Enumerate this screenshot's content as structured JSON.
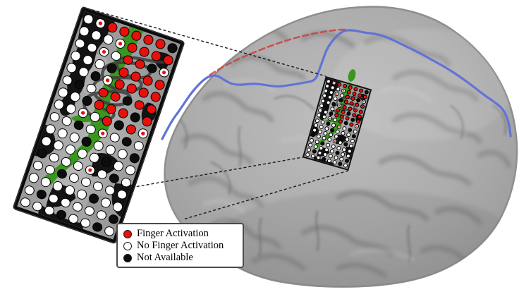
{
  "legend": {
    "items": [
      {
        "label": "Finger Activation",
        "marker": "finger-activation-marker",
        "color": "#e8100d"
      },
      {
        "label": "No Finger Activation",
        "marker": "no-finger-activation-marker",
        "color": "#ffffff"
      },
      {
        "label": "Not Available",
        "marker": "not-available-marker",
        "color": "#0d0d0d"
      }
    ]
  },
  "electrode_grid": {
    "cols": 8,
    "rows": 16,
    "cell_types": {
      "R": "finger-activation",
      "W": "no-finger-activation",
      "B": "not-available",
      "D": "finger-activation-small"
    },
    "pattern": [
      "WDRRRRRB",
      "WWWDRRRR",
      "WWDWRRBD",
      "WWWBRRRR",
      "WWBDRRRR",
      "WBWRRBRR",
      "WWBRRRBR",
      "WWDWRBRD",
      "WWBWDWBW",
      "WWWBWWWB",
      "WWWWWBWW",
      "BWWWDWBW",
      "WWBWWWWW",
      "WWWWWBWW",
      "WBWWWWWB",
      "WWWBWWBW"
    ]
  },
  "colors": {
    "activation_red": "#e8100d",
    "electrode_white": "#ffffff",
    "electrode_black": "#0d0d0d",
    "central_sulcus_green": "#3a961f",
    "sulcus_trace_blue": "#6273d6",
    "boundary_dashed_red": "#cc4040",
    "connector_dashed_black": "#1a1a1a",
    "brain_gray": "#ababab",
    "grid_background_gray": "#9e9e9e"
  }
}
